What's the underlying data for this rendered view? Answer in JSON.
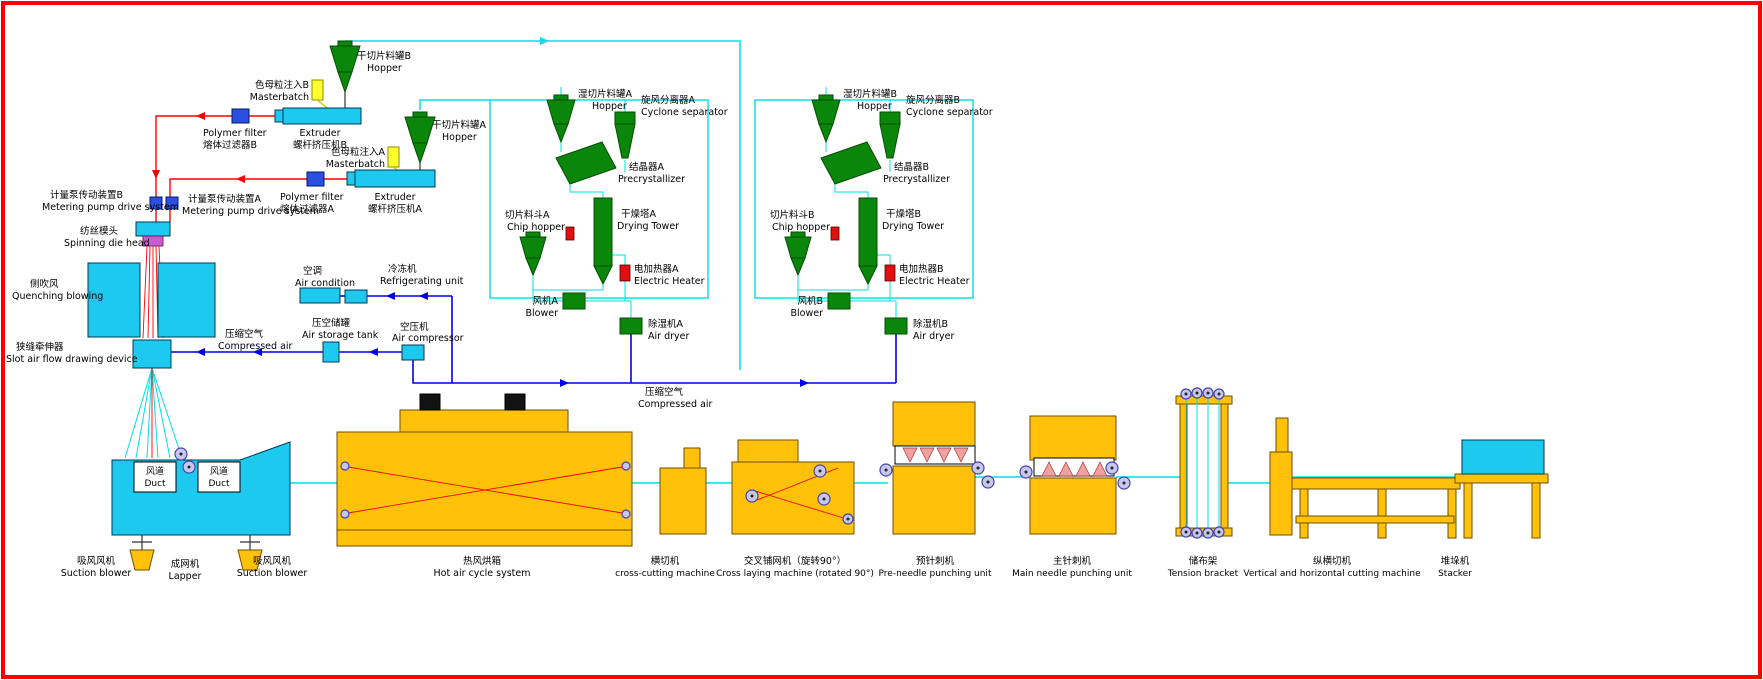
{
  "colors": {
    "frame_red": "#ff0000",
    "air_line_cyan": "#00dfe8",
    "compressed_air_blue": "#0000e0",
    "melt_line_red": "#ff0000",
    "equipment_green": "#0a870a",
    "equipment_cyan": "#1ec9f0",
    "equipment_orange": "#ffc10a",
    "masterbatch_yellow": "#ffff2e",
    "heater_red": "#e01010",
    "filter_blue": "#2b4fe0",
    "die_head_purple": "#cc5ccc",
    "needle_pink": "#efa0a0",
    "roller_purple": "#c6c6ee"
  },
  "labels": {
    "hopper_dry_b": {
      "zh": "干切片料罐B",
      "en": "Hopper"
    },
    "masterbatch_b": {
      "zh": "色母粒注入B",
      "en": "Masterbatch"
    },
    "extruder_b": {
      "en": "Extruder",
      "zh": "螺杆挤压机B"
    },
    "polymer_filter_b": {
      "en": "Polymer filter",
      "zh": "熔体过滤器B"
    },
    "metering_pump_b": {
      "zh": "计量泵传动装置B",
      "en": "Metering pump drive system"
    },
    "metering_pump_a": {
      "zh": "计量泵传动装置A",
      "en": "Metering pump drive system"
    },
    "spinning_die_head": {
      "zh": "纺丝模头",
      "en": "Spinning die head"
    },
    "quenching_blowing": {
      "zh": "侧吹风",
      "en": "Quenching blowing"
    },
    "slot_drawing_device": {
      "zh": "狭缝牵伸器",
      "en": "Slot air flow drawing device"
    },
    "hopper_dry_a": {
      "zh": "干切片料罐A",
      "en": "Hopper"
    },
    "masterbatch_a": {
      "zh": "色母粒注入A",
      "en": "Masterbatch"
    },
    "extruder_a": {
      "en": "Extruder",
      "zh": "螺杆挤压机A"
    },
    "polymer_filter_a": {
      "en": "Polymer filter",
      "zh": "熔体过滤器A"
    },
    "air_condition": {
      "zh": "空调",
      "en": "Air condition"
    },
    "refrigerating_unit": {
      "zh": "冷冻机",
      "en": "Refrigerating unit"
    },
    "compressed_air_left": {
      "zh": "压缩空气",
      "en": "Compressed air"
    },
    "air_storage_tank": {
      "zh": "压空储罐",
      "en": "Air storage tank"
    },
    "air_compressor": {
      "zh": "空压机",
      "en": "Air compressor"
    },
    "compressed_air_main": {
      "zh": "压缩空气",
      "en": "Compressed air"
    },
    "hopper_wet_a": {
      "zh": "湿切片料罐A",
      "en": "Hopper"
    },
    "cyclone_a": {
      "zh": "旋风分离器A",
      "en": "Cyclone separator"
    },
    "precrystallizer_a": {
      "zh": "结晶器A",
      "en": "Precrystallizer"
    },
    "chip_hopper_a": {
      "zh": "切片料斗A",
      "en": "Chip hopper"
    },
    "drying_tower_a": {
      "zh": "干燥塔A",
      "en": "Drying Tower"
    },
    "electric_heater_a": {
      "zh": "电加热器A",
      "en": "Electric Heater"
    },
    "blower_a": {
      "zh": "风机A",
      "en": "Blower"
    },
    "air_dryer_a": {
      "zh": "除湿机A",
      "en": "Air dryer"
    },
    "hopper_wet_b": {
      "zh": "湿切片料罐B",
      "en": "Hopper"
    },
    "cyclone_b": {
      "zh": "旋风分离器B",
      "en": "Cyclone separator"
    },
    "precrystallizer_b": {
      "zh": "结晶器B",
      "en": "Precrystallizer"
    },
    "chip_hopper_b": {
      "zh": "切片料斗B",
      "en": "Chip hopper"
    },
    "drying_tower_b": {
      "zh": "干燥塔B",
      "en": "Drying Tower"
    },
    "electric_heater_b": {
      "zh": "电加热器B",
      "en": "Electric Heater"
    },
    "blower_b": {
      "zh": "风机B",
      "en": "Blower"
    },
    "air_dryer_b": {
      "zh": "除湿机B",
      "en": "Air dryer"
    },
    "duct_left": {
      "zh": "风道",
      "en": "Duct"
    },
    "duct_right": {
      "zh": "风道",
      "en": "Duct"
    },
    "suction_blower_left": {
      "zh": "吸风风机",
      "en": "Suction blower"
    },
    "lapper": {
      "zh": "成网机",
      "en": "Lapper"
    },
    "suction_blower_right": {
      "zh": "吸风风机",
      "en": "Suction blower"
    },
    "hot_air_oven": {
      "zh": "热风烘箱",
      "en": "Hot air cycle system"
    },
    "cross_cutting_machine": {
      "zh": "横切机",
      "en": "cross-cutting machine"
    },
    "cross_laying_machine": {
      "zh": "交叉铺网机（旋转90°）",
      "en": "Cross laying machine (rotated 90°)"
    },
    "pre_needle_punching": {
      "zh": "预针刺机",
      "en": "Pre-needle punching unit"
    },
    "main_needle_punching": {
      "zh": "主针刺机",
      "en": "Main needle punching unit"
    },
    "tension_bracket": {
      "zh": "储布架",
      "en": "Tension bracket"
    },
    "cutting_machine": {
      "zh": "纵横切机",
      "en": "Vertical and horizontal cutting machine"
    },
    "stacker": {
      "zh": "堆垛机",
      "en": "Stacker"
    }
  }
}
